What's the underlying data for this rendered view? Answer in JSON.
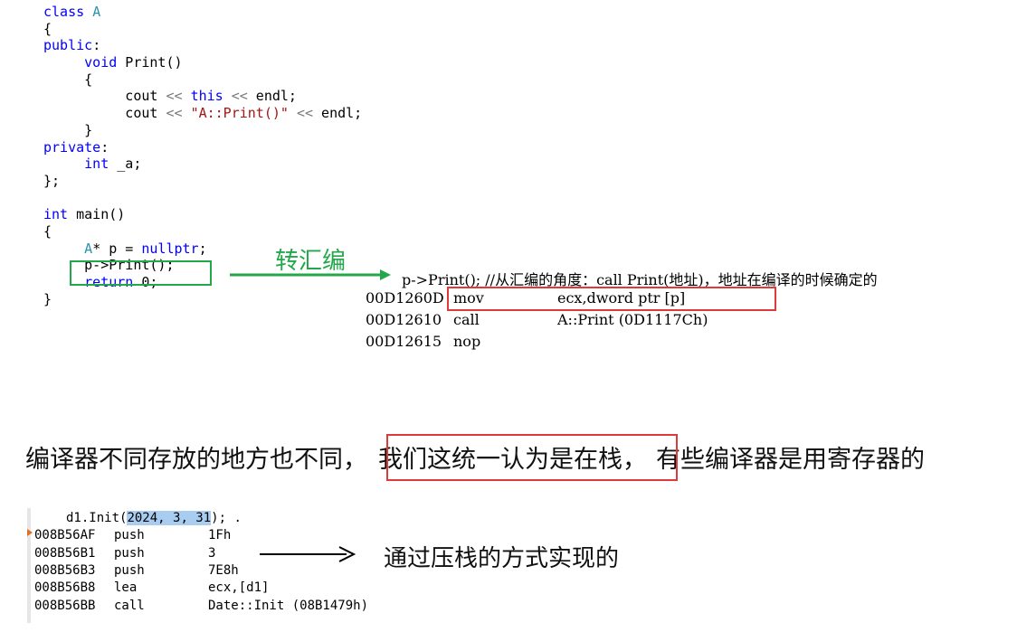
{
  "code": {
    "lines": [
      [
        {
          "t": "class ",
          "c": "kw"
        },
        {
          "t": "A",
          "c": "typ"
        }
      ],
      [
        {
          "t": "{",
          "c": ""
        }
      ],
      [
        {
          "t": "public",
          "c": "kw"
        },
        {
          "t": ":",
          "c": ""
        }
      ],
      [
        {
          "t": "     ",
          "c": ""
        },
        {
          "t": "void",
          "c": "kw"
        },
        {
          "t": " Print()",
          "c": ""
        }
      ],
      [
        {
          "t": "     {",
          "c": ""
        }
      ],
      [
        {
          "t": "          cout ",
          "c": ""
        },
        {
          "t": "<<",
          "c": "op"
        },
        {
          "t": " ",
          "c": ""
        },
        {
          "t": "this",
          "c": "kw"
        },
        {
          "t": " ",
          "c": ""
        },
        {
          "t": "<<",
          "c": "op"
        },
        {
          "t": " endl;",
          "c": ""
        }
      ],
      [
        {
          "t": "          cout ",
          "c": ""
        },
        {
          "t": "<<",
          "c": "op"
        },
        {
          "t": " ",
          "c": ""
        },
        {
          "t": "\"A::Print()\"",
          "c": "str"
        },
        {
          "t": " ",
          "c": ""
        },
        {
          "t": "<<",
          "c": "op"
        },
        {
          "t": " endl;",
          "c": ""
        }
      ],
      [
        {
          "t": "     }",
          "c": ""
        }
      ],
      [
        {
          "t": "private",
          "c": "kw"
        },
        {
          "t": ":",
          "c": ""
        }
      ],
      [
        {
          "t": "     ",
          "c": ""
        },
        {
          "t": "int",
          "c": "kw"
        },
        {
          "t": " _a;",
          "c": ""
        }
      ],
      [
        {
          "t": "};",
          "c": ""
        }
      ],
      [
        {
          "t": "",
          "c": ""
        }
      ],
      [
        {
          "t": "int",
          "c": "kw"
        },
        {
          "t": " main()",
          "c": ""
        }
      ],
      [
        {
          "t": "{",
          "c": ""
        }
      ],
      [
        {
          "t": "     ",
          "c": ""
        },
        {
          "t": "A",
          "c": "typ"
        },
        {
          "t": "* p = ",
          "c": ""
        },
        {
          "t": "nullptr",
          "c": "kw"
        },
        {
          "t": ";",
          "c": ""
        }
      ],
      [
        {
          "t": "     p->Print();",
          "c": ""
        }
      ],
      [
        {
          "t": "     ",
          "c": ""
        },
        {
          "t": "return",
          "c": "kw"
        },
        {
          "t": " 0;",
          "c": ""
        }
      ],
      [
        {
          "t": "}",
          "c": ""
        }
      ]
    ]
  },
  "annotation_green": {
    "label": "转汇编",
    "color": "#22a84a"
  },
  "asm1": {
    "header": "p->Print();  //从汇编的角度：call Print(地址)，地址在编译的时候确定的",
    "rows": [
      {
        "addr": "00D1260D",
        "op": "mov",
        "arg": "ecx,dword ptr [p]"
      },
      {
        "addr": "00D12610",
        "op": "call",
        "arg": "A::Print (0D1117Ch)"
      },
      {
        "addr": "00D12615",
        "op": "nop",
        "arg": ""
      }
    ]
  },
  "caption": {
    "before": "编译器不同存放的地方也不同，",
    "boxed": "我们这统一认为是在栈，",
    "after": "有些编译器是用寄存器的",
    "box_color": "#e0393a"
  },
  "asm2": {
    "source_prefix": "d1.Init(",
    "source_args": "2024, 3, 31",
    "source_suffix": ");  .",
    "rows": [
      {
        "addr": "008B56AF",
        "op": "push",
        "arg": "1Fh"
      },
      {
        "addr": "008B56B1",
        "op": "push",
        "arg": "3"
      },
      {
        "addr": "008B56B3",
        "op": "push",
        "arg": "7E8h"
      },
      {
        "addr": "008B56B8",
        "op": "lea",
        "arg": "ecx,[d1]"
      },
      {
        "addr": "008B56BB",
        "op": "call",
        "arg": "Date::Init (08B1479h)"
      }
    ],
    "note": "通过压栈的方式实现的"
  }
}
